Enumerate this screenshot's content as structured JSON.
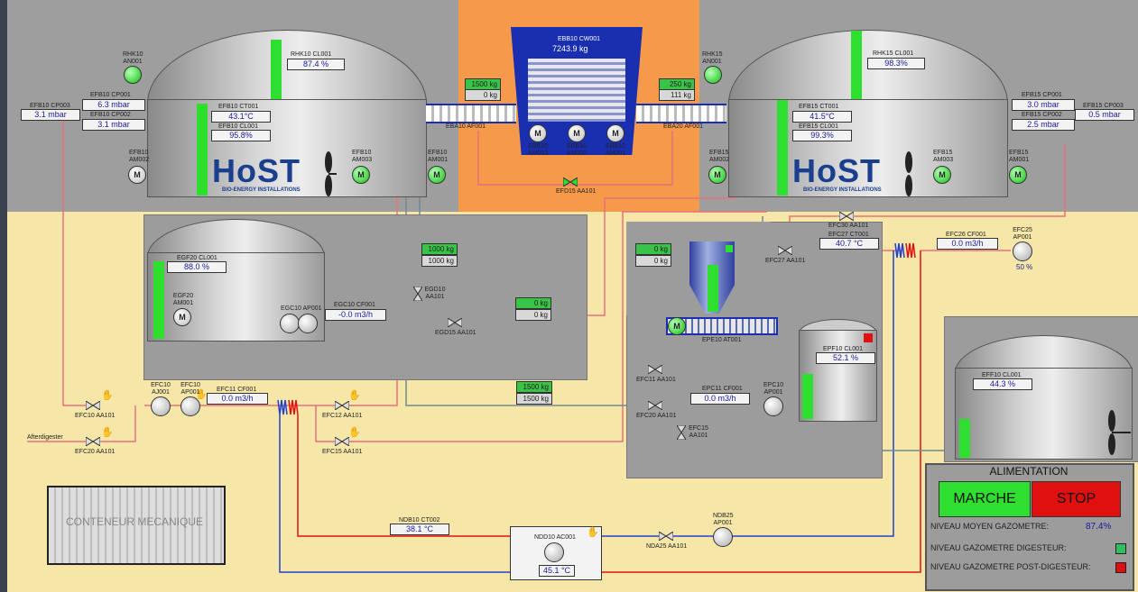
{
  "digesters": {
    "left": {
      "level_tag": "RHK10 CL001",
      "level_val": "87.4 %",
      "temp_tag": "EFB10 CT001",
      "temp_val": "43.1°C",
      "lvl2_tag": "EFB10 CL001",
      "lvl2_val": "95.8%",
      "p1_tag": "EFB10 CP001",
      "p1_val": "6.3 mbar",
      "p2_tag": "EFB10 CP002",
      "p2_val": "3.1 mbar",
      "p3_tag": "EFB10 CP003",
      "p3_val": "3.1 mbar",
      "fan_tag": "RHK10 AN001",
      "m_left": "EFB10 AM002",
      "m_mid": "EFB10 AM003",
      "m_right": "EFB10 AM001",
      "logo": "HoST",
      "logo_sub": "BIO-ENERGY INSTALLATIONS"
    },
    "right": {
      "level_tag": "RHK15 CL001",
      "level_val": "98.3%",
      "temp_tag": "EFB15 CT001",
      "temp_val": "41.5°C",
      "lvl2_tag": "EFB15 CL001",
      "lvl2_val": "99.3%",
      "p1_tag": "EFB15 CP001",
      "p1_val": "3.0 mbar",
      "p2_tag": "EFB15 CP002",
      "p2_val": "2.5 mbar",
      "p3_tag": "EFB15 CP003",
      "p3_val": "0.5 mbar",
      "fan_tag": "RHK15 AN001",
      "m_left": "EFB15 AM002",
      "m_mid": "EFB15 AM003",
      "m_right": "EFB15 AM001",
      "logo": "HoST",
      "logo_sub": "BIO-ENERGY INSTALLATIONS"
    }
  },
  "feeder": {
    "weight_tag": "EBB10 CW001",
    "weight_val": "7243.9  kg",
    "left_sp": "1500 kg",
    "left_act": "0 kg",
    "right_sp": "250 kg",
    "right_act": "111 kg",
    "conv_left": "EBA10 AF001",
    "conv_right": "EBA20 AF001",
    "motors": [
      "EBB10 AM003",
      "EBB10 AM002",
      "EBB10 AM001"
    ],
    "valve": "EFD15 AA101"
  },
  "predigester": {
    "level_tag": "EGF20 CL001",
    "level_val": "88.0 %",
    "mixer_tag": "EGF20 AM001",
    "pump_tag": "EGC10 AP001",
    "flow_tag": "EGC10 CF001",
    "flow_val": "-0.0 m3/h",
    "kg1_sp": "1000 kg",
    "kg1_act": "1000 kg",
    "valve1": "EGD10 AA101",
    "kg2_sp": "0 kg",
    "kg2_act": "0 kg",
    "valve2": "EGD15 AA101",
    "kg3_sp": "1500 kg",
    "kg3_act": "1500 kg"
  },
  "solid": {
    "kg_sp": "0 kg",
    "kg_act": "0 kg",
    "conv": "EPE10 AT001",
    "tank_level_tag": "EPF10 CL001",
    "tank_level_val": "52.1 %",
    "pump_tag": "EPC10 AP001",
    "flow_tag": "EPC11 CF001",
    "flow_val": "0.0 m3/h",
    "v1": "EFC11 AA101",
    "v2": "EFC20 AA101",
    "v3": "EFC15 AA101"
  },
  "right_area": {
    "v30": "EFC30 AA101",
    "v27": "EFC27 AA101",
    "temp_tag": "EFC27 CT001",
    "temp_val": "40.7 °C",
    "flow_tag": "EFC26 CF001",
    "flow_val": "0.0 m3/h",
    "pump_tag": "EFC25 AP001",
    "pump_pct": "50 %"
  },
  "afterdigester": {
    "level_tag": "EFF10 CL001",
    "level_val": "44.3 %"
  },
  "bottom": {
    "v10": "EFC10 AA101",
    "v20": "EFC20 AA101",
    "p1": "EFC10 AJ001",
    "p2": "EFC10 AP001",
    "flow_tag": "EFC11 CF001",
    "flow_val": "0.0 m3/h",
    "v12": "EFC12 AA101",
    "v15": "EFC15 AA101",
    "after_label": "Afterdigester",
    "container": "CONTENEUR MECANIQUE",
    "ndb_tag": "NDB10 CT002",
    "ndb_val": "38.1 °C",
    "ndd_tag": "NDD10 AC001",
    "ndd_val": "45.1 °C",
    "nda": "NDA25 AA101",
    "ndb25": "NDB25 AP001"
  },
  "alimentation": {
    "title": "ALIMENTATION",
    "marche": "MARCHE",
    "stop": "STOP",
    "moy_label": "NIVEAU MOYEN GAZOMETRE:",
    "moy_val": "87.4%",
    "dig_label": "NIVEAU GAZOMETRE DIGESTEUR:",
    "post_label": "NIVEAU GAZOMETRE POST-DIGESTEUR:",
    "dig_color": "#2fbf5f",
    "post_color": "#e01010"
  }
}
